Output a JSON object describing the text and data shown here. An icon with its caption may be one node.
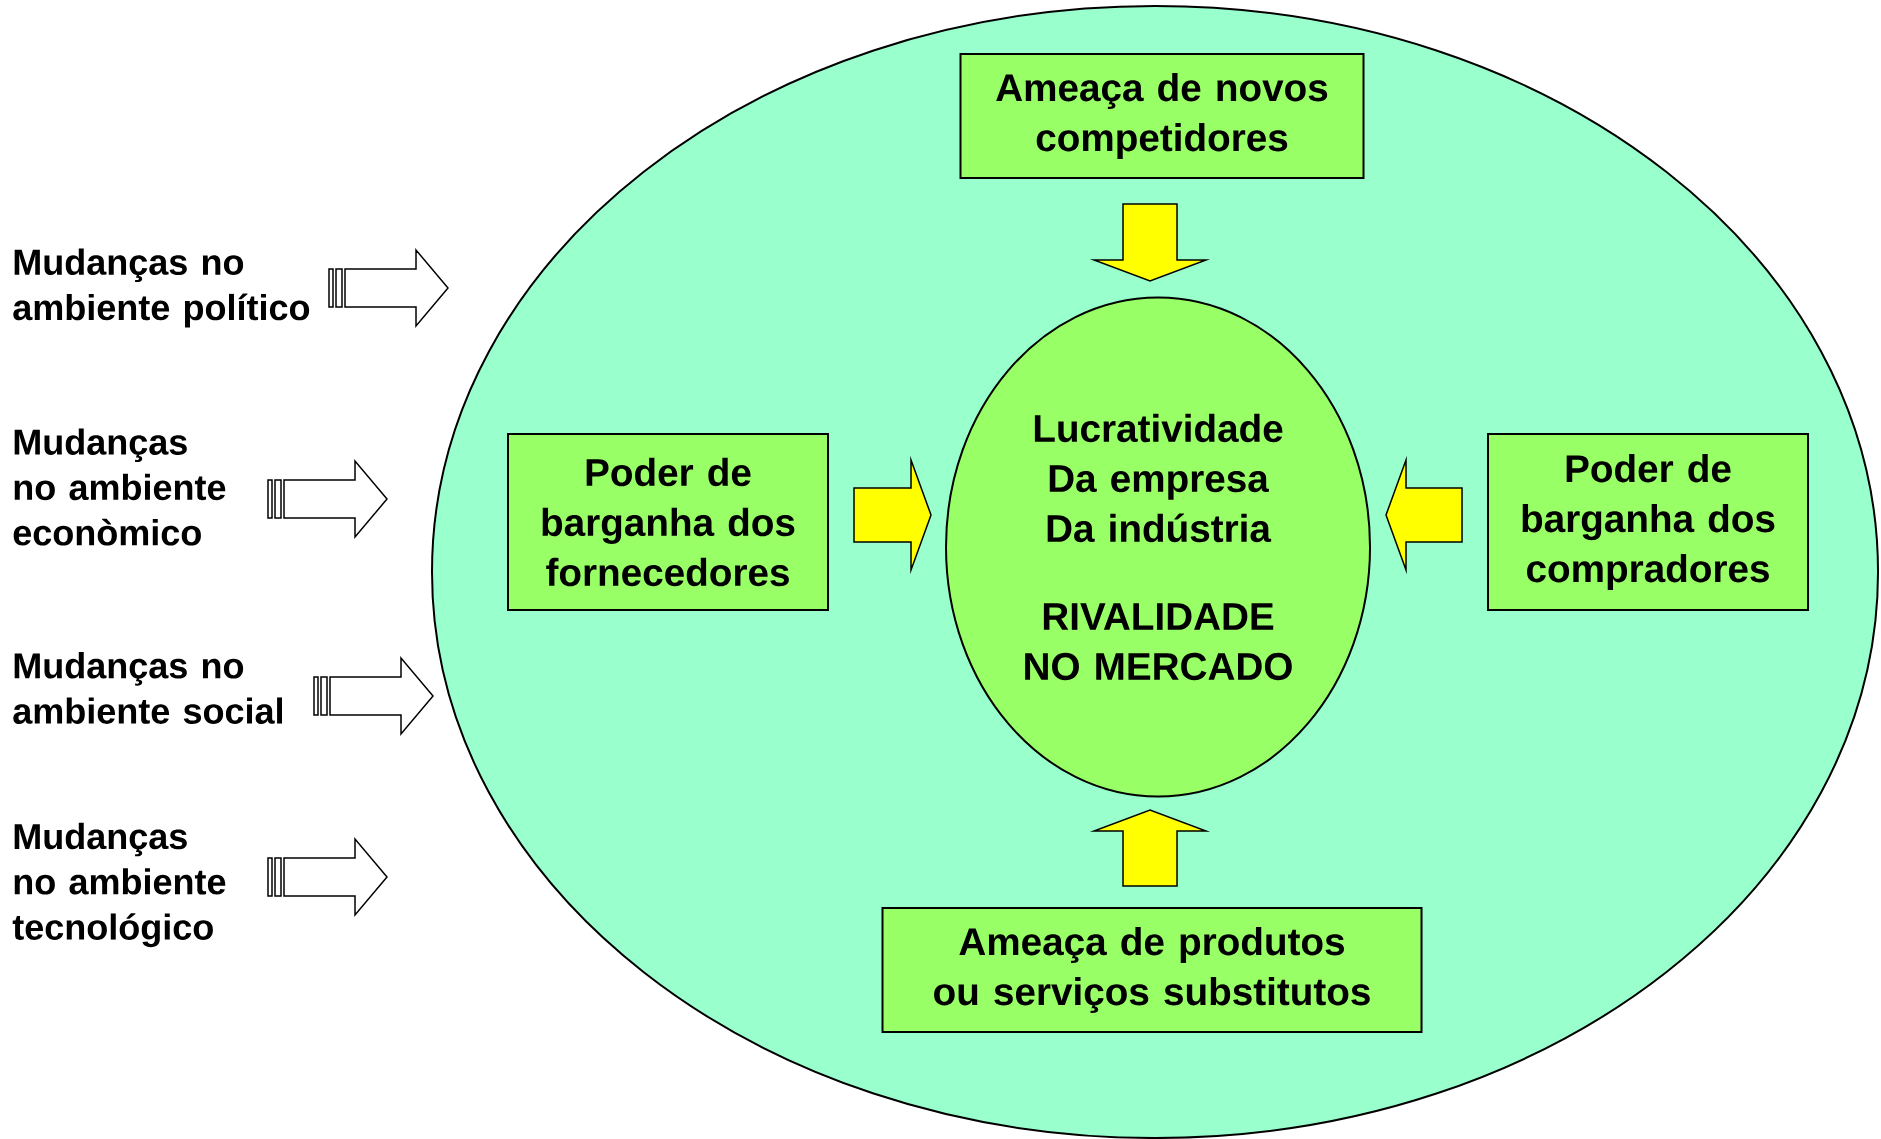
{
  "diagram": {
    "nodes": [
      {
        "text": [
          "Mudanças no ambiente político"
        ]
      },
      {
        "text": [
          "Mudanças no ambiente econòmico"
        ]
      },
      {
        "text": [
          "Mudanças no ambiente social"
        ]
      },
      {
        "text": [
          "Mudanças no ambiente tecnológico"
        ]
      },
      {
        "text": [],
        "shape": "ellipse"
      },
      {
        "text": [
          "Ameaça de novos competidores"
        ],
        "in": 4
      },
      {
        "text": [
          "Poder de barganha dos fornecedores"
        ],
        "in": 4
      },
      {
        "text": [
          "Lucratividade",
          "Da empresa",
          "Da indústria",
          "RIVALIDADE NO MERCADO"
        ],
        "in": 4
      },
      {
        "text": [
          "Poder de barganha dos compradores"
        ],
        "in": 4
      },
      {
        "text": [
          "Ameaça de produtos ou serviços substitutos"
        ],
        "in": 4
      }
    ],
    "edges": [
      {
        "from": 0,
        "to": 4,
        "arrow": "to"
      },
      {
        "from": 1,
        "to": 4,
        "arrow": "to"
      },
      {
        "from": 2,
        "to": 4,
        "arrow": "to"
      },
      {
        "from": 3,
        "to": 4,
        "arrow": "to"
      },
      {
        "from": 5,
        "to": 7,
        "arrow": "to"
      },
      {
        "from": 6,
        "to": 7,
        "arrow": "to"
      },
      {
        "from": 8,
        "to": 7,
        "arrow": "to"
      },
      {
        "from": 9,
        "to": 7,
        "arrow": "to"
      }
    ]
  }
}
